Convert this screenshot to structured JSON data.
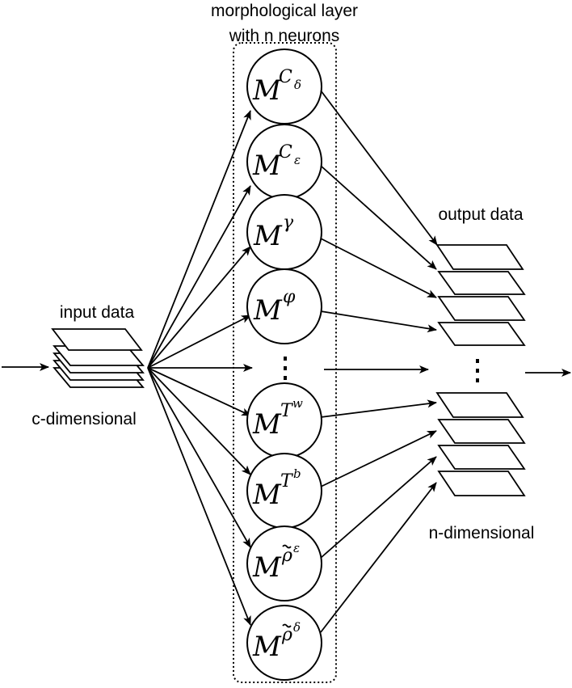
{
  "layer_title_line1": "morphological layer",
  "layer_title_line2": "with n neurons",
  "input_label": "input data",
  "input_dim_label": "c-dimensional",
  "output_label": "output data",
  "output_dim_label": "n-dimensional",
  "neurons": [
    {
      "base": "M",
      "sup": "C",
      "subsup": "δ",
      "tilde": false
    },
    {
      "base": "M",
      "sup": "C",
      "subsup": "ε",
      "tilde": false
    },
    {
      "base": "M",
      "sup": "γ",
      "subsup": "",
      "tilde": false
    },
    {
      "base": "M",
      "sup": "φ",
      "subsup": "",
      "tilde": false
    },
    {
      "base": "M",
      "sup": "T",
      "subsup": "w",
      "tilde": false
    },
    {
      "base": "M",
      "sup": "T",
      "subsup": "b",
      "tilde": false
    },
    {
      "base": "M",
      "sup": "ρ",
      "subsup": "ε",
      "tilde": true
    },
    {
      "base": "M",
      "sup": "ρ",
      "subsup": "δ",
      "tilde": true
    }
  ]
}
